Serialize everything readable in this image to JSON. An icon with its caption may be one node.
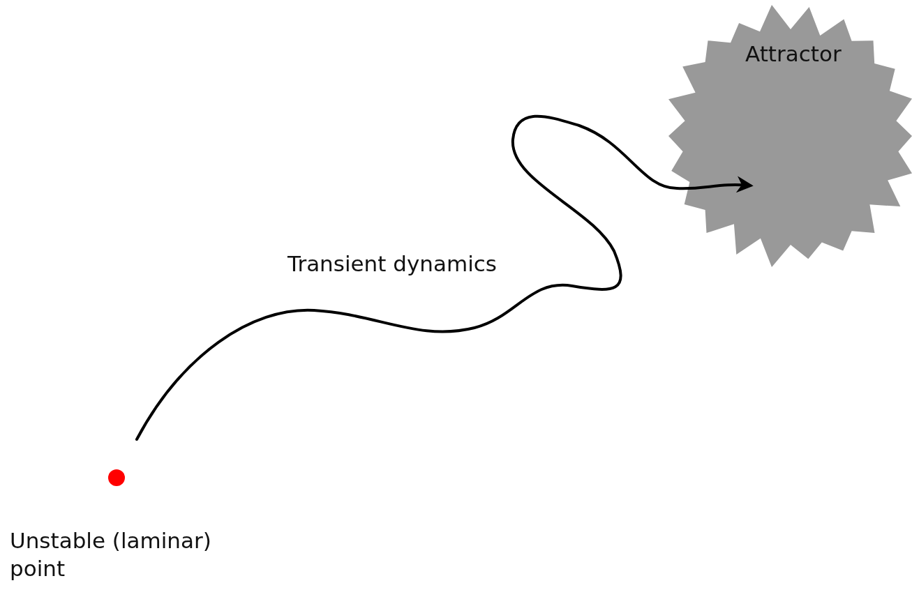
{
  "diagram": {
    "nodes": [
      {
        "text": [],
        "shape": "circle",
        "beside": [
          "Unstable (laminar) point"
        ]
      },
      {
        "text": [
          "Attractor"
        ]
      }
    ],
    "edges": [
      {
        "from": 0,
        "to": 1,
        "arrow": "to",
        "label": "Transient dynamics"
      }
    ]
  }
}
